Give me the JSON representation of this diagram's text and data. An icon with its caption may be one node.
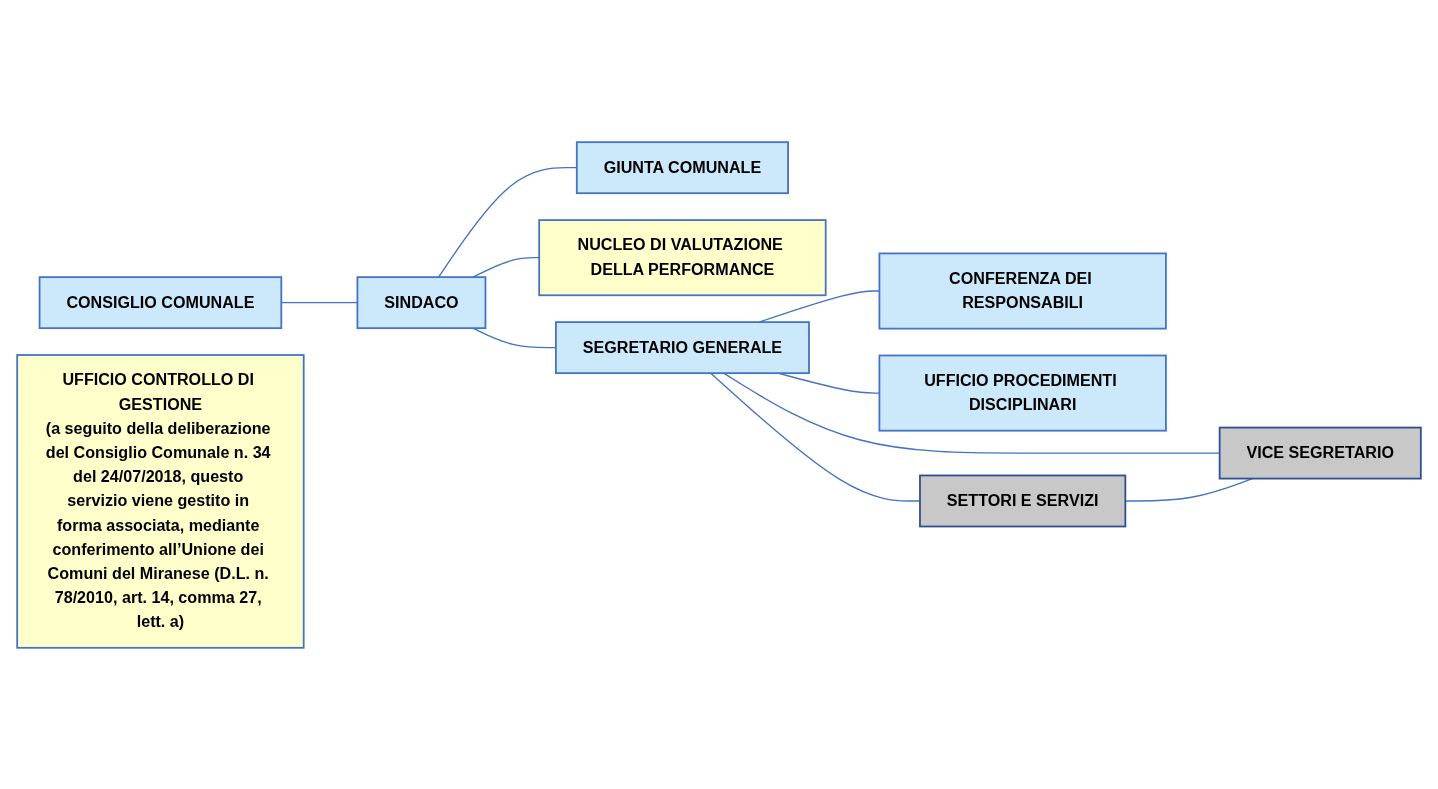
{
  "diagram": {
    "nodes": [
      {
        "text": [
          "CONSIGLIO COMUNALE"
        ]
      },
      {
        "text": [
          "SINDACO"
        ]
      },
      {
        "text": [
          "GIUNTA COMUNALE"
        ]
      },
      {
        "text": [
          "UFFICIO CONTROLLO DI GESTIONE",
          "(a seguito della deliberazione del Consiglio Comunale n. 34 del 24/07/2018, questo servizio viene gestito in forma associata, mediante conferimento all’Unione dei Comuni del Miranese (D.L. n. 78/2010, art. 14, comma 27, lett. a)"
        ]
      },
      {
        "text": [
          "NUCLEO DI VALUTAZIONE DELLA PERFORMANCE"
        ]
      },
      {
        "text": [
          "SEGRETARIO GENERALE"
        ]
      },
      {
        "text": [
          "CONFERENZA DEI RESPONSABILI"
        ]
      },
      {
        "text": [
          "UFFICIO PROCEDIMENTI DISCIPLINARI"
        ]
      },
      {
        "text": [
          "SETTORI E SERVIZI"
        ]
      },
      {
        "text": [
          "VICE SEGRETARIO"
        ]
      }
    ],
    "edges": [
      {
        "from": 0,
        "to": 1,
        "arrow": "none"
      },
      {
        "from": 1,
        "to": 2,
        "arrow": "none"
      },
      {
        "from": 1,
        "to": 5,
        "arrow": "none"
      },
      {
        "from": 1,
        "to": 4,
        "arrow": "none"
      },
      {
        "from": 5,
        "to": 6,
        "arrow": "none"
      },
      {
        "from": 5,
        "to": 7,
        "arrow": "none"
      },
      {
        "from": 5,
        "to": 8,
        "arrow": "none"
      },
      {
        "from": 5,
        "to": 9,
        "arrow": "none"
      },
      {
        "from": 8,
        "to": 9,
        "arrow": "none"
      }
    ]
  }
}
